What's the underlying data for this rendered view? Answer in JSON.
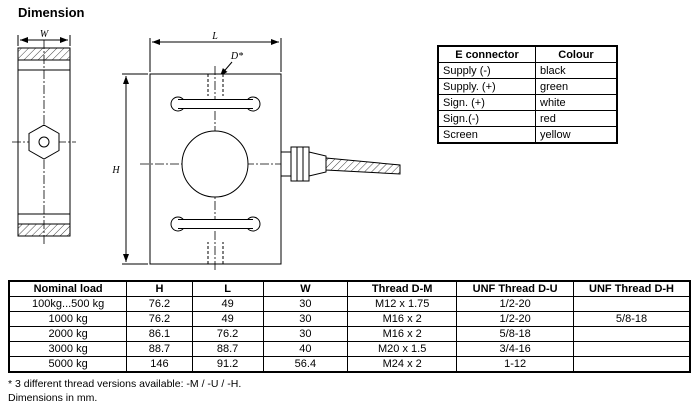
{
  "page": {
    "title": "Dimension",
    "footnote1": "* 3 different thread versions available: -M / -U / -H.",
    "footnote2": "Dimensions in mm."
  },
  "drawing": {
    "w_label": "W",
    "l_label": "L",
    "d_label": "D*",
    "h_label": "H"
  },
  "connector_table": {
    "headers": [
      "E connector",
      "Colour"
    ],
    "rows": [
      [
        "Supply (-)",
        "black"
      ],
      [
        "Supply. (+)",
        "green"
      ],
      [
        "Sign. (+)",
        "white"
      ],
      [
        "Sign.(-)",
        "red"
      ],
      [
        "Screen",
        "yellow"
      ]
    ]
  },
  "dimension_table": {
    "headers": [
      "Nominal load",
      "H",
      "L",
      "W",
      "Thread D-M",
      "UNF Thread D-U",
      "UNF Thread D-H"
    ],
    "rows": [
      [
        "100kg...500 kg",
        "76.2",
        "49",
        "30",
        "M12 x 1.75",
        "1/2-20",
        ""
      ],
      [
        "1000 kg",
        "76.2",
        "49",
        "30",
        "M16 x 2",
        "1/2-20",
        "5/8-18"
      ],
      [
        "2000 kg",
        "86.1",
        "76.2",
        "30",
        "M16 x 2",
        "5/8-18",
        ""
      ],
      [
        "3000 kg",
        "88.7",
        "88.7",
        "40",
        "M20 x 1.5",
        "3/4-16",
        ""
      ],
      [
        "5000 kg",
        "146",
        "91.2",
        "56.4",
        "M24 x 2",
        "1-12",
        ""
      ]
    ]
  }
}
